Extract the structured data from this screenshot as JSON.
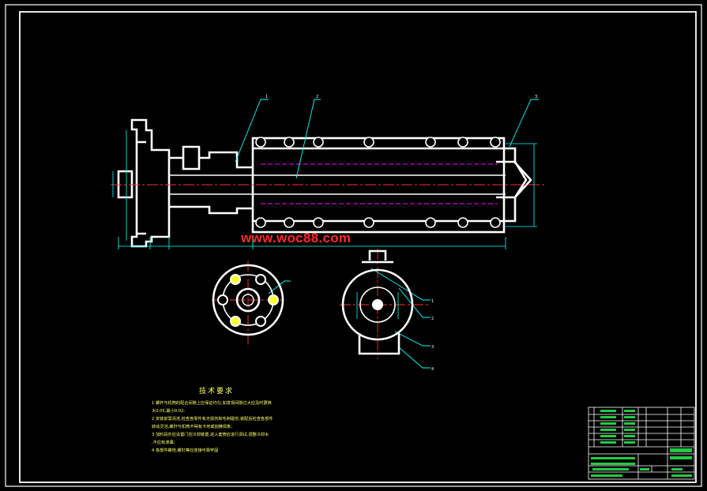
{
  "watermark": "www.woc88.com",
  "drawing": {
    "background": "#000000",
    "frame_color": "#ffffff",
    "line_color": "#ffffff",
    "dimension_color": "#00ffff",
    "centerline_color": "#ff3030",
    "hidden_color": "#ff00ff",
    "note_color": "#ffff66",
    "highlight_color": "#ffff33"
  },
  "leaders": [
    "1",
    "2",
    "3",
    "1",
    "2",
    "3",
    "4"
  ],
  "tech_notes": {
    "title": "技术要求",
    "lines": [
      "1 螺杆与机筒的配合间隙上应保证均匀,如发现间隙过大应及时更换",
      "大0.05,最小0.02;",
      "2 安装前需清洗,检查各零件有无损伤和毛刺碰伤,装配后检查各部件",
      "转动灵活,螺杆与机筒不得有卡死或刮擦现象;",
      "3 加料段外应设置门控冷却装置,进入套筒应进行调试,调整冷却水",
      ",不应有渗漏;",
      "4 各部件螺栓,螺钉等应连接可靠牢固"
    ]
  }
}
